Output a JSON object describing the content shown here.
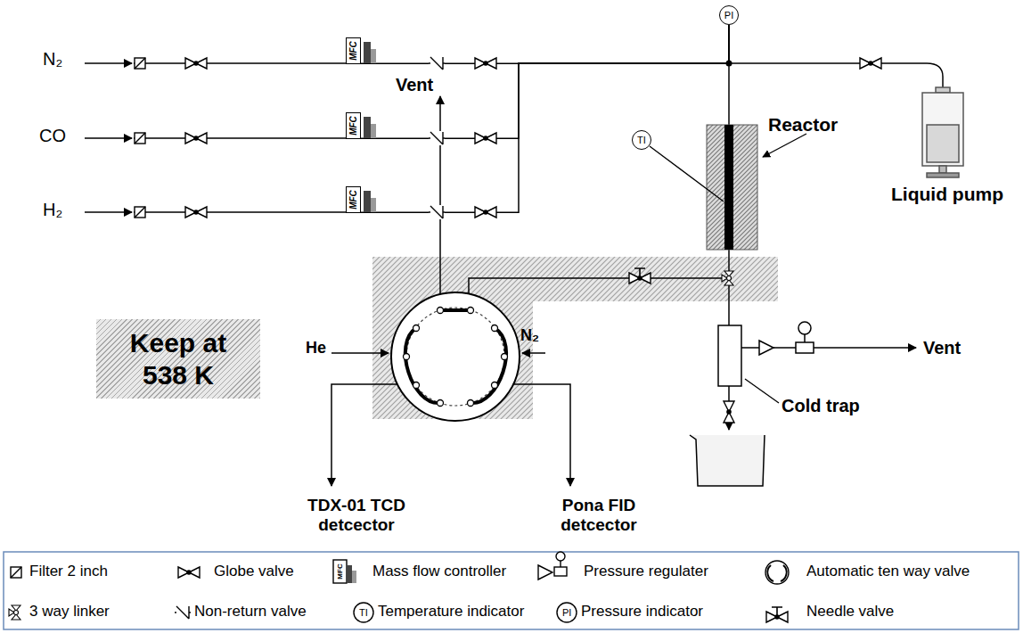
{
  "diagram": {
    "nodes": [
      {
        "text": [
          "PI"
        ]
      },
      {
        "text": [
          "MFC"
        ]
      },
      {
        "text": [
          "MFC"
        ]
      },
      {
        "text": [
          "MFC"
        ]
      },
      {
        "text": [
          "TI"
        ]
      },
      {
        "text": [
          "Keep at 538 K"
        ]
      }
    ],
    "edges": [
      {
        "from": 1,
        "to": 0,
        "arrow": "none"
      },
      {
        "from": 2,
        "to": 0,
        "arrow": "none"
      },
      {
        "from": 3,
        "to": 0,
        "arrow": "none"
      }
    ],
    "labels": [
      "N₂",
      "CO",
      "H₂",
      "Vent",
      "Reactor",
      "Liquid pump",
      "He",
      "N₂",
      "Vent",
      "Cold trap",
      "TDX-01 TCD detcector",
      "Pona FID detcector",
      "MFC",
      "TI",
      "PI"
    ],
    "legend": [
      {
        "text": "Filter 2 inch"
      },
      {
        "text": "Globe valve"
      },
      {
        "text": "Mass flow controller"
      },
      {
        "text": "Pressure regulater"
      },
      {
        "text": "Automatic ten way valve"
      },
      {
        "text": "3 way linker"
      },
      {
        "text": "Non-return valve"
      },
      {
        "text": "Temperature indicator"
      },
      {
        "text": "Pressure indicator"
      },
      {
        "text": "Needle valve"
      }
    ]
  }
}
